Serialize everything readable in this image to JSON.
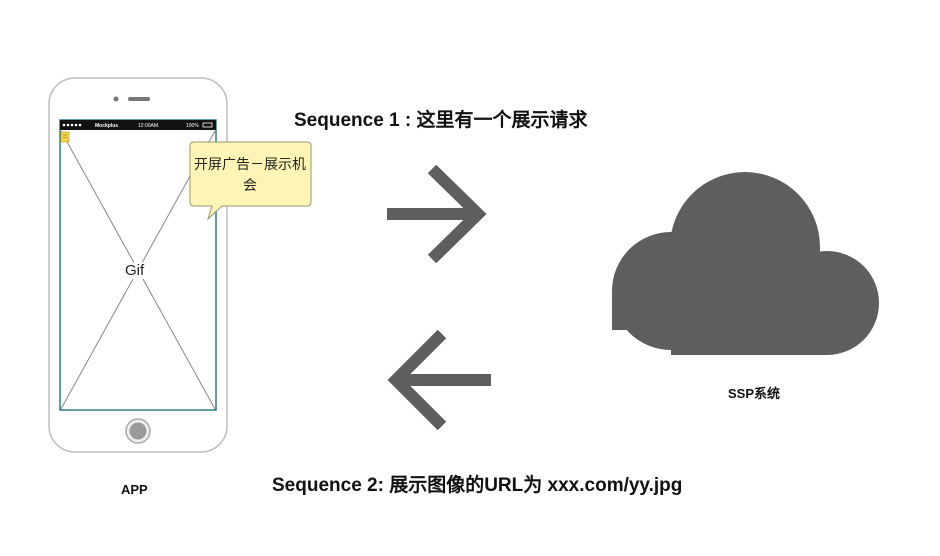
{
  "sequence_1": "Sequence 1 : 这里有一个展示请求",
  "sequence_2": "Sequence 2: 展示图像的URL为 xxx.com/yy.jpg",
  "phone": {
    "status_carrier": "Mockplus",
    "status_time": "12:00AM",
    "status_battery": "100%",
    "content_label": "Gif",
    "caption": "APP"
  },
  "callout": {
    "text": "开屏广告－展示机会"
  },
  "cloud": {
    "caption": "SSP系统"
  },
  "colors": {
    "arrow": "#5e5e5e",
    "cloud": "#5e5e5e",
    "screen_border": "#2b7a8c",
    "callout_fill": "#fcf5b5",
    "callout_border": "#9a9a6a",
    "phone_outline": "#bdbdbd"
  },
  "icons": {
    "arrow_right": "arrow-right-icon",
    "arrow_left": "arrow-left-icon",
    "cloud": "cloud-icon",
    "home_button": "home-button-icon",
    "note": "note-icon"
  }
}
